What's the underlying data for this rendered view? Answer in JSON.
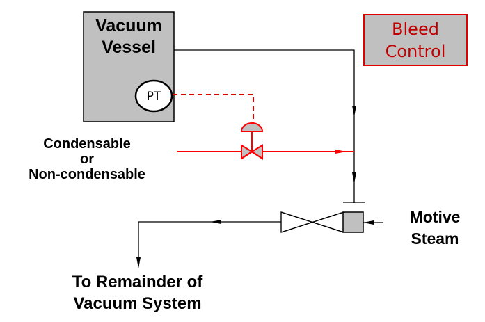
{
  "diagram": {
    "title": "Bleed Control",
    "vessel": {
      "label_line1": "Vacuum",
      "label_line2": "Vessel"
    },
    "transmitter": {
      "label": "PT"
    },
    "bleed_control": {
      "label_line1": "Bleed",
      "label_line2": "Control"
    },
    "bleed_inlet": {
      "line1": "Condensable",
      "line2": "or",
      "line3": "Non-condensable"
    },
    "motive_steam": {
      "line1": "Motive",
      "line2": "Steam"
    },
    "outlet": {
      "line1": "To Remainder of",
      "line2": "Vacuum System"
    },
    "colors": {
      "process_line": "#000000",
      "bleed_line": "#ff0000",
      "signal_line": "#e00000",
      "vessel_fill": "#c0c0c0",
      "valve_fill": "#c0c0c0",
      "bleed_text": "#c00000"
    }
  }
}
